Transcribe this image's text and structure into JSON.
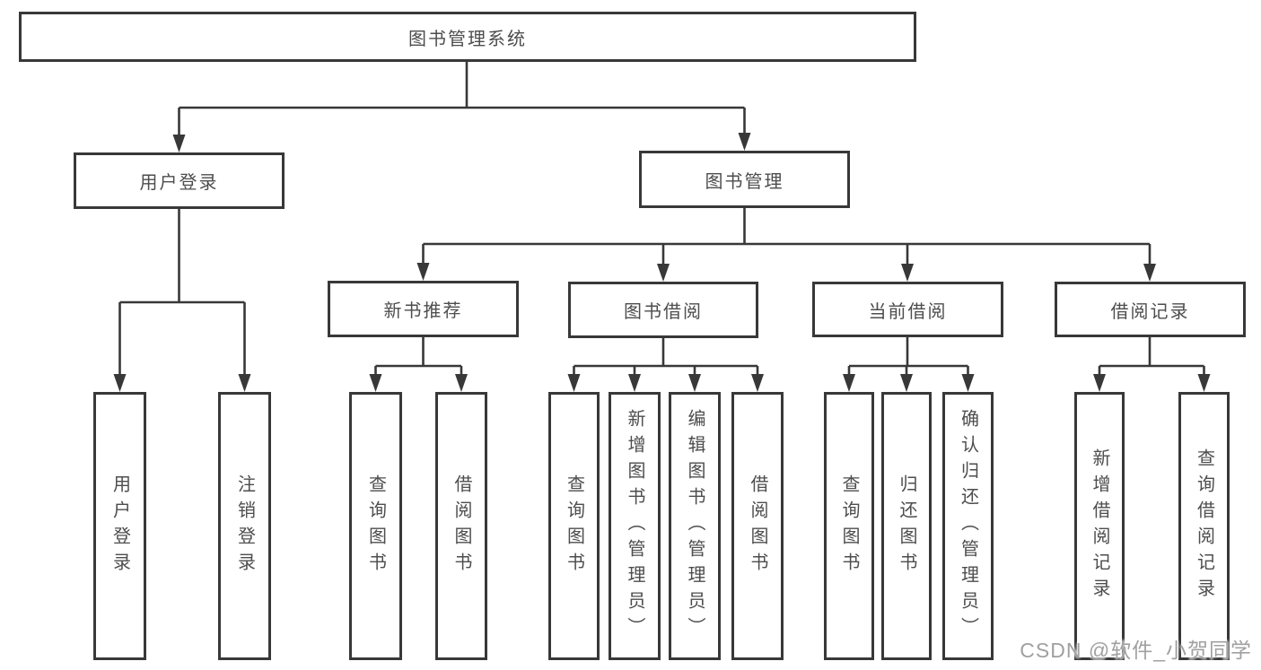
{
  "diagram": {
    "title": "图书管理系统",
    "type": "hierarchy-tree",
    "colors": {
      "line": "#383838",
      "border": "#383838",
      "text": "#4d4d4d",
      "background": "#ffffff",
      "watermark": "#a0a0a0"
    },
    "nodes": {
      "root": {
        "label": "图书管理系统"
      },
      "level2": [
        {
          "id": "user-login",
          "parent": "root",
          "label": "用户登录"
        },
        {
          "id": "book-management",
          "parent": "root",
          "label": "图书管理"
        }
      ],
      "level3": [
        {
          "id": "new-book-recommend",
          "parent": "book-management",
          "label": "新书推荐"
        },
        {
          "id": "book-borrowing",
          "parent": "book-management",
          "label": "图书借阅"
        },
        {
          "id": "current-borrowing",
          "parent": "book-management",
          "label": "当前借阅"
        },
        {
          "id": "borrowing-records",
          "parent": "book-management",
          "label": "借阅记录"
        }
      ],
      "leaves": [
        {
          "parent": "user-login",
          "label": "用户登录"
        },
        {
          "parent": "user-login",
          "label": "注销登录"
        },
        {
          "parent": "new-book-recommend",
          "label": "查询图书"
        },
        {
          "parent": "new-book-recommend",
          "label": "借阅图书"
        },
        {
          "parent": "book-borrowing",
          "label": "查询图书"
        },
        {
          "parent": "book-borrowing",
          "label": "新增图书（管理员）"
        },
        {
          "parent": "book-borrowing",
          "label": "编辑图书（管理员）"
        },
        {
          "parent": "book-borrowing",
          "label": "借阅图书"
        },
        {
          "parent": "current-borrowing",
          "label": "查询图书"
        },
        {
          "parent": "current-borrowing",
          "label": "归还图书"
        },
        {
          "parent": "current-borrowing",
          "label": "确认归还（管理员）"
        },
        {
          "parent": "borrowing-records",
          "label": "新增借阅记录"
        },
        {
          "parent": "borrowing-records",
          "label": "查询借阅记录"
        }
      ]
    },
    "watermark": "CSDN @软件_小贺同学"
  }
}
